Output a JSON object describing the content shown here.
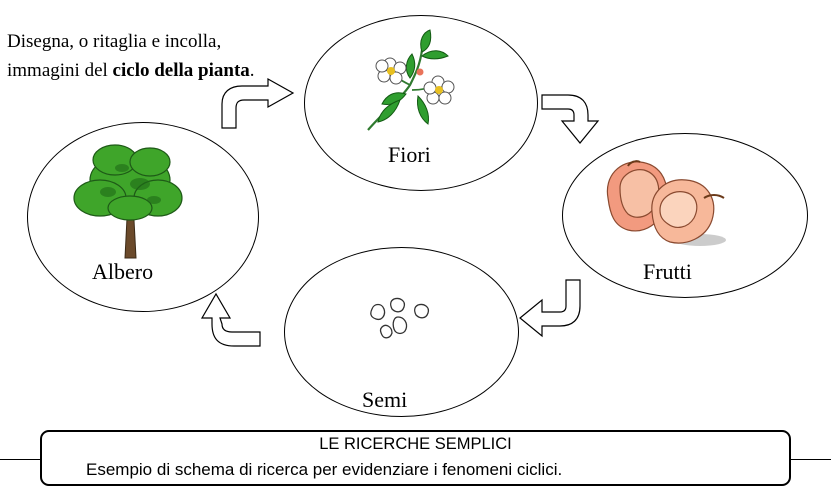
{
  "instructions": {
    "line1": "Disegna, o ritaglia e incolla,",
    "line2_prefix": "immagini del ",
    "line2_bold": "ciclo della pianta",
    "line2_suffix": "."
  },
  "stages": {
    "albero": "Albero",
    "fiori": "Fiori",
    "frutti": "Frutti",
    "semi": "Semi"
  },
  "icons": {
    "tree": "tree-icon",
    "flowers": "flower-branch-icon",
    "fruits": "peach-icon",
    "seeds": "seeds-icon",
    "arrow": "curved-arrow-icon"
  },
  "colors": {
    "tree_foliage": "#3fa52a",
    "tree_trunk": "#6b4a2b",
    "leaf": "#2f9e2f",
    "petal": "#ffffff",
    "flower_center": "#e8c020",
    "peach": "#f7b89a",
    "peach_blush": "#e9735a"
  },
  "footer": {
    "title": "LE RICERCHE SEMPLICI",
    "subtitle": "Esempio di schema di ricerca per evidenziare i fenomeni ciclici."
  }
}
